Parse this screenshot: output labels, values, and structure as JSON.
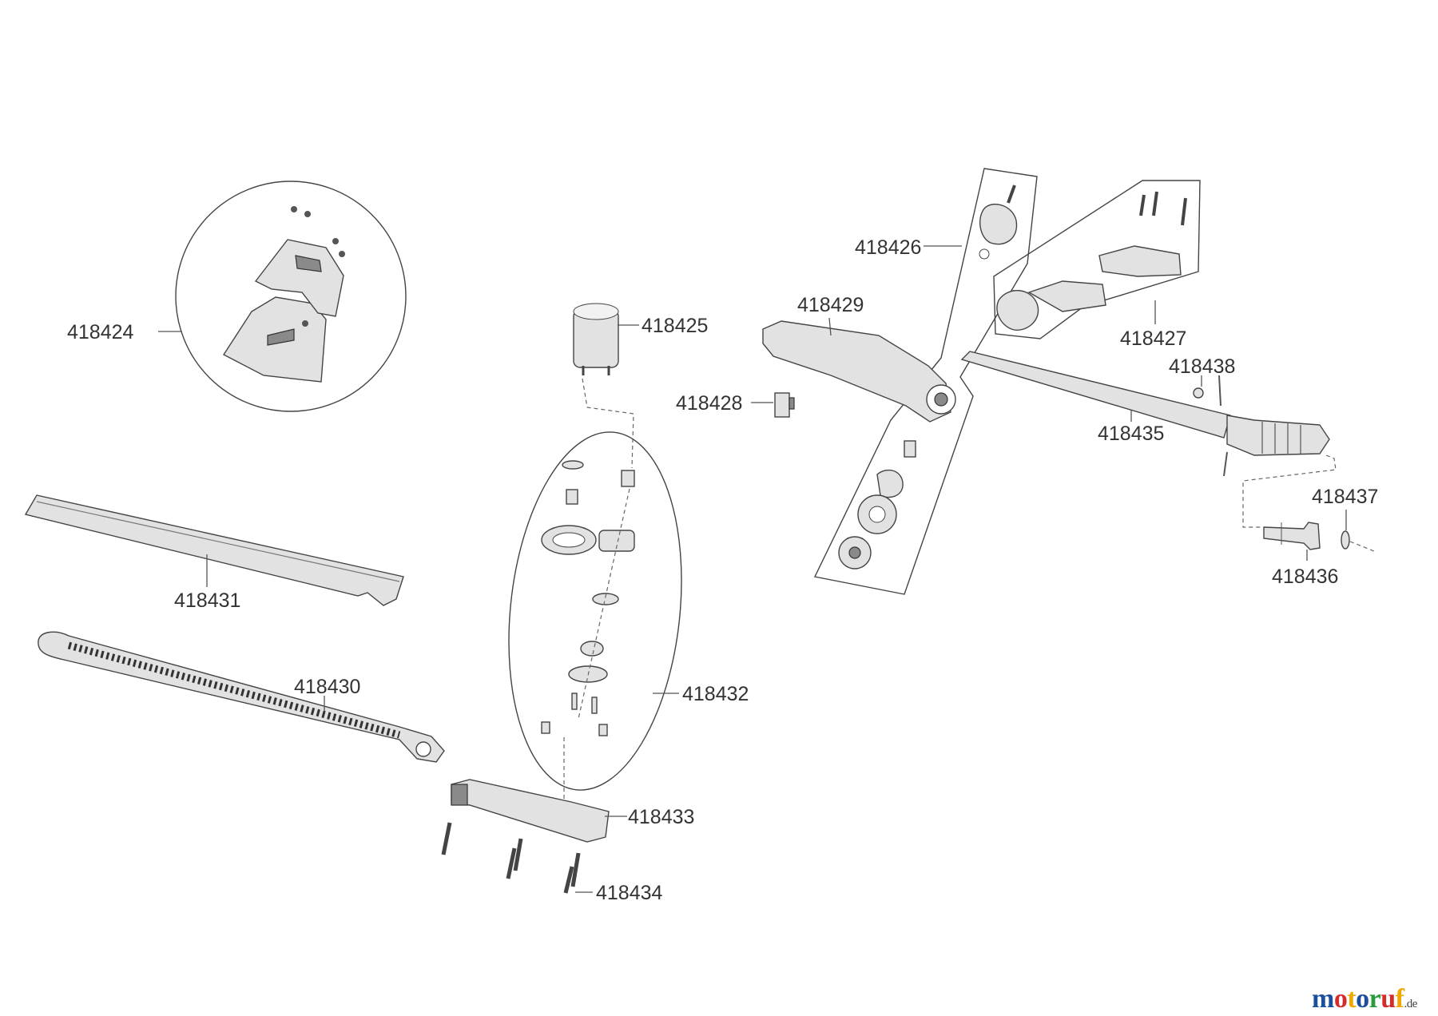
{
  "part_numbers": {
    "p418424": "418424",
    "p418425": "418425",
    "p418426": "418426",
    "p418427": "418427",
    "p418428": "418428",
    "p418429": "418429",
    "p418430": "418430",
    "p418431": "418431",
    "p418432": "418432",
    "p418433": "418433",
    "p418434": "418434",
    "p418435": "418435",
    "p418436": "418436",
    "p418437": "418437",
    "p418438": "418438"
  },
  "watermark": {
    "letters": [
      "m",
      "o",
      "t",
      "o",
      "r",
      "u",
      "f"
    ],
    "letter_colors": [
      "#1a4f9c",
      "#d62b2b",
      "#f0a800",
      "#1a4f9c",
      "#2c9a3c",
      "#d62b2b",
      "#f0a800"
    ],
    "tld": ".de"
  }
}
